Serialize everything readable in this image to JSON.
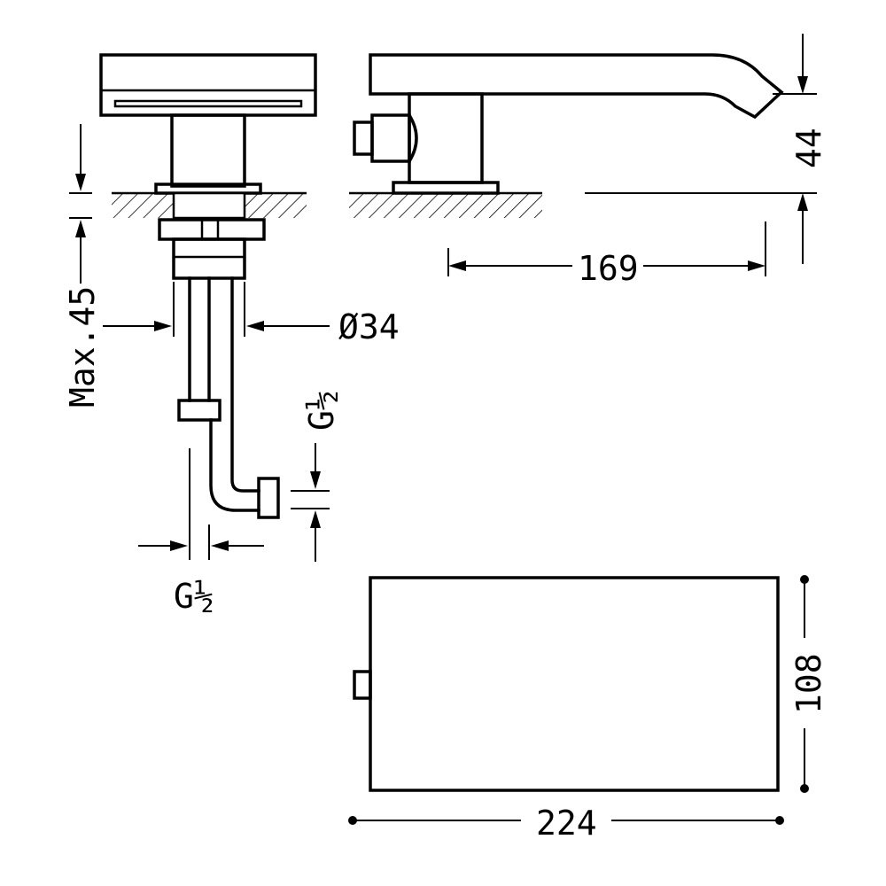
{
  "dimensions": {
    "max_deck": "Max.45",
    "body_diameter": "Ø34",
    "hose_thread_vertical": "G½",
    "hose_thread_horizontal": "G½",
    "spout_reach": "169",
    "spout_height": "44",
    "top_length": "224",
    "top_width": "108"
  },
  "colors": {
    "ink": "#000000",
    "background": "#ffffff"
  }
}
